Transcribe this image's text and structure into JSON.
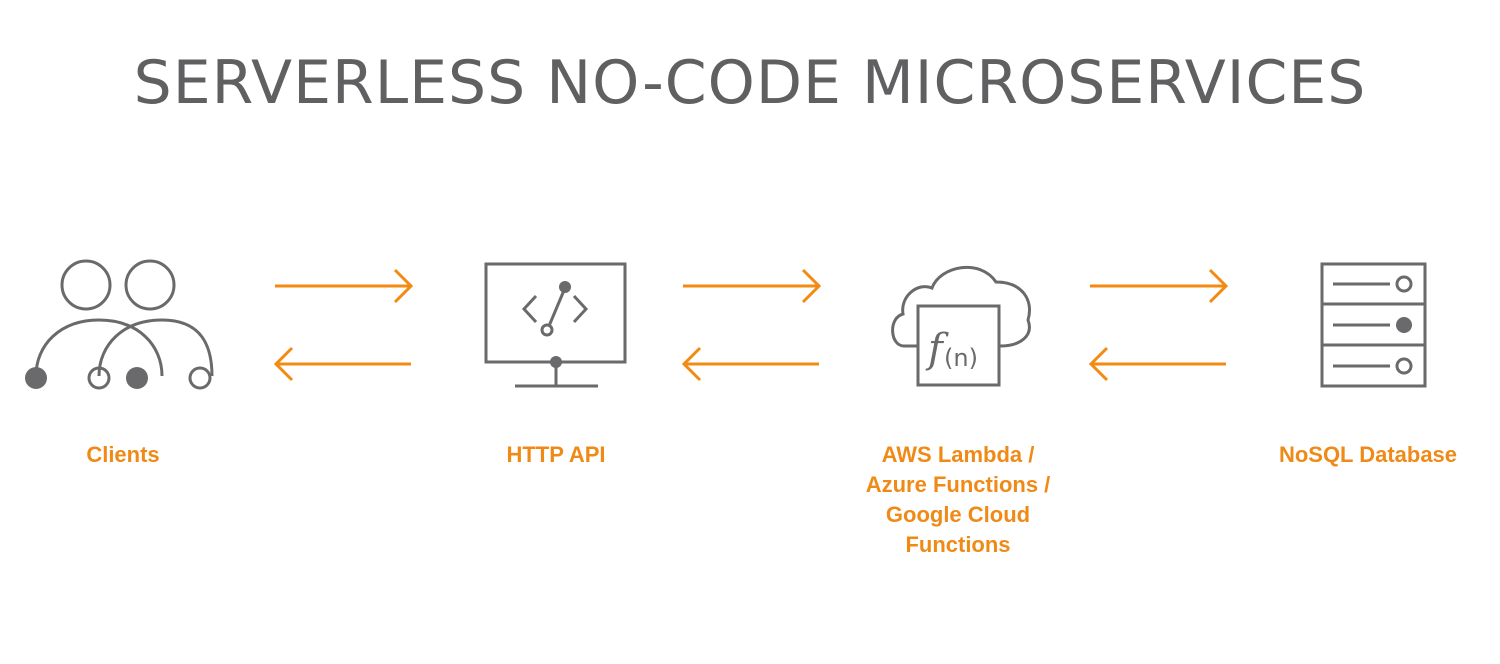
{
  "title": "SERVERLESS NO-CODE MICROSERVICES",
  "nodes": [
    {
      "label": "Clients",
      "icon": "clients-icon"
    },
    {
      "label": "HTTP API",
      "icon": "http-api-icon"
    },
    {
      "label_lines": [
        "AWS Lambda /",
        "Azure Functions /",
        "Google Cloud",
        "Functions"
      ],
      "icon": "cloud-function-icon"
    },
    {
      "label": "NoSQL Database",
      "icon": "database-server-icon"
    }
  ],
  "function_symbol": "f",
  "function_arg": "(n)",
  "colors": {
    "title": "#606062",
    "icon": "#6a6a6c",
    "accent": "#f38a12"
  }
}
